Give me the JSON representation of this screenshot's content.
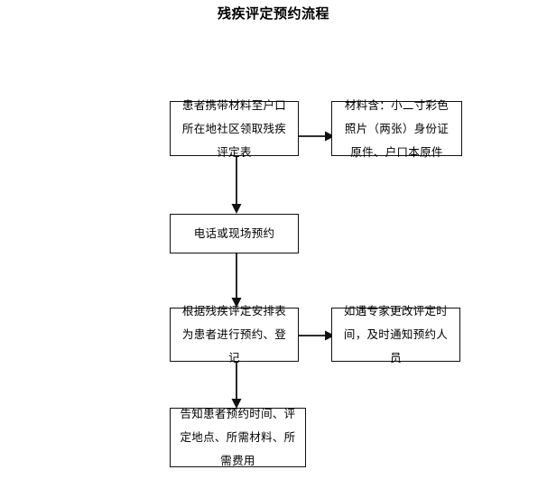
{
  "document": {
    "title": "残疾评定预约流程"
  },
  "flowchart": {
    "type": "flowchart",
    "orientation": "top-to-bottom",
    "nodes": [
      {
        "id": "collect-form",
        "label": "患者携带材料至户口所在地社区领取残疾评定表",
        "lines": [
          "患者携带材料至户口所在",
          "地社区领取残疾评定表"
        ],
        "column": "main",
        "order": 1
      },
      {
        "id": "materials-note",
        "label": "材料含：小二寸彩色照片（两张）身份证原件、户口本原件",
        "lines": [
          "材料含：小二寸彩色照片（两",
          "张）身份证原件、户口本原件"
        ],
        "column": "side",
        "order": 1
      },
      {
        "id": "appointment",
        "label": "电话或现场预约",
        "lines": [
          "电话或现场预约"
        ],
        "column": "main",
        "order": 2
      },
      {
        "id": "schedule-reg",
        "label": "根据残疾评定安排表为患者进行预约、登记",
        "lines": [
          "根据残疾评定安排表",
          "为患者进行预约、登记"
        ],
        "column": "main",
        "order": 3
      },
      {
        "id": "expert-change",
        "label": "如遇专家更改评定时间，及时通知预约人员",
        "lines": [
          "如遇专家更改评定时间，",
          "及时通知预约人员"
        ],
        "column": "side",
        "order": 2
      },
      {
        "id": "inform-patient",
        "label": "告知患者预约时间、评定地点、所需材料、所需费用",
        "lines": [
          "告知患者预约时间、评定地",
          "点、所需材料、所需费用"
        ],
        "column": "main",
        "order": 4
      }
    ],
    "connectors": [
      {
        "id": "collect-form-to-materials-note",
        "from": "collect-form",
        "to": "materials-note",
        "direction": "right"
      },
      {
        "id": "collect-form-to-appointment",
        "from": "collect-form",
        "to": "appointment",
        "direction": "down"
      },
      {
        "id": "appointment-to-schedule-reg",
        "from": "appointment",
        "to": "schedule-reg",
        "direction": "down"
      },
      {
        "id": "schedule-reg-to-expert-change",
        "from": "schedule-reg",
        "to": "expert-change",
        "direction": "right"
      },
      {
        "id": "schedule-reg-to-inform-patient",
        "from": "schedule-reg",
        "to": "inform-patient",
        "direction": "down"
      }
    ],
    "colors": {
      "stroke": "#111111",
      "fill": "#ffffff",
      "text": "#000000"
    }
  }
}
